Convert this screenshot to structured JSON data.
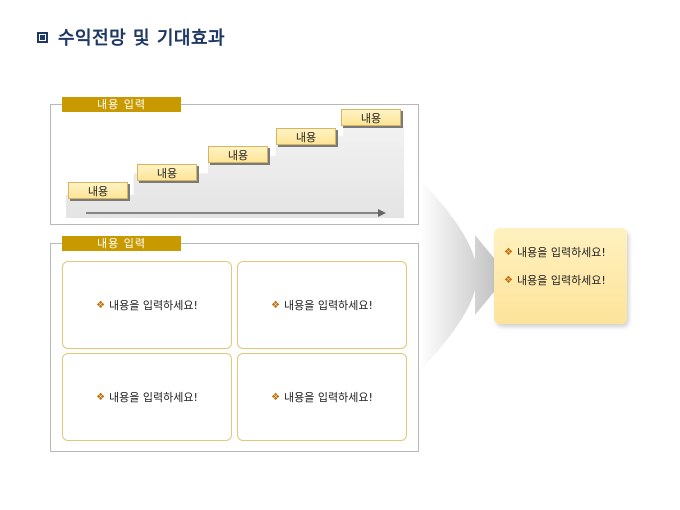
{
  "title": "수익전망 및 기대효과",
  "top_panel": {
    "label": "내용 입력",
    "steps": [
      "내용",
      "내용",
      "내용",
      "내용",
      "내용"
    ]
  },
  "bottom_panel": {
    "label": "내용 입력",
    "cards": [
      "내용을 입력하세요!",
      "내용을 입력하세요!",
      "내용을 입력하세요!",
      "내용을 입력하세요!"
    ]
  },
  "result": {
    "items": [
      "내용을 입력하세요!",
      "내용을 입력하세요!"
    ]
  },
  "bullet_glyph": "❖",
  "colors": {
    "title": "#1f3864",
    "label_bg": "#c99a00",
    "bullet": "#c06a00",
    "step_fill": "#fde597",
    "result_fill": "#fde39a"
  }
}
